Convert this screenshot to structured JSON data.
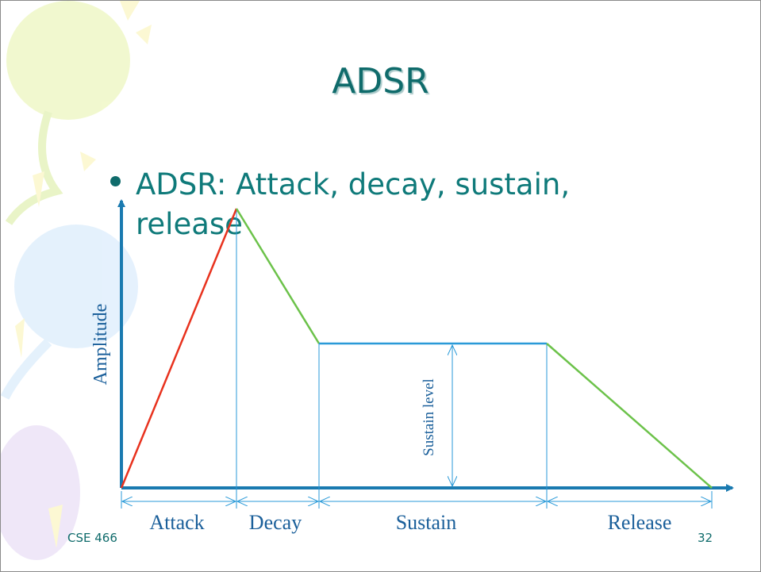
{
  "slide": {
    "title": "ADSR",
    "bullet": "ADSR:  Attack, decay, sustain, release",
    "footer_left": "CSE 466",
    "page_number": "32"
  },
  "diagram": {
    "y_axis_label": "Amplitude",
    "sustain_level_label": "Sustain level",
    "phases": [
      "Attack",
      "Decay",
      "Sustain",
      "Release"
    ],
    "colors": {
      "axis": "#1a7ab0",
      "attack": "#e8321e",
      "decay": "#6cc24a",
      "sustain": "#2a9ad8",
      "release": "#6cc24a",
      "label": "#1a5f9a",
      "title": "#0f6b6b"
    }
  }
}
